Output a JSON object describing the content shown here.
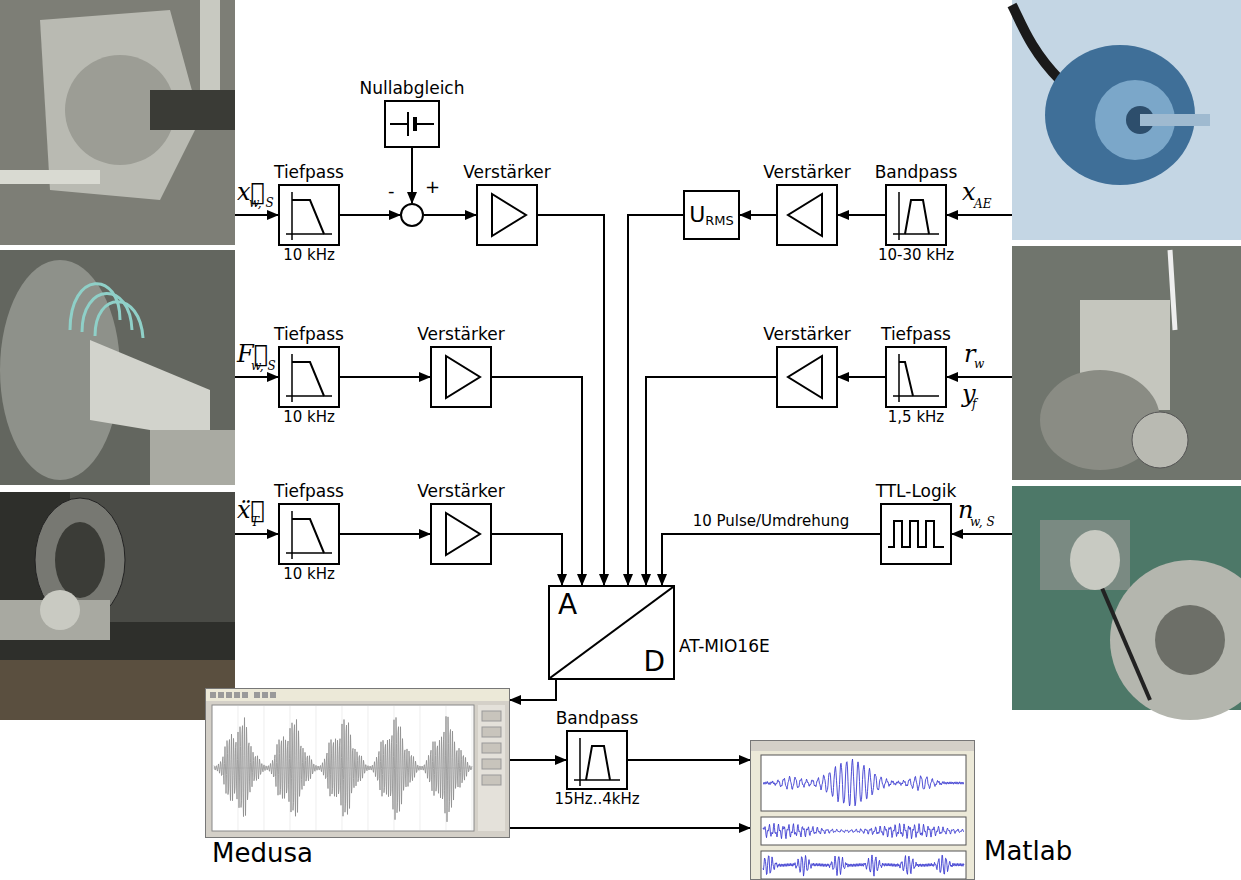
{
  "diagram": {
    "nodes": [
      {
        "text": [
          "Nullabgleich"
        ]
      },
      {
        "text": [
          "Tiefpass",
          "10 kHz"
        ]
      },
      {
        "text": [
          "-",
          "+"
        ]
      },
      {
        "text": [
          "Verstärker"
        ]
      },
      {
        "text": [
          "U",
          "RMS"
        ]
      },
      {
        "text": [
          "Verstärker"
        ]
      },
      {
        "text": [
          "Bandpass",
          "10-30 kHz"
        ]
      },
      {
        "text": [
          "Tiefpass",
          "10 kHz"
        ]
      },
      {
        "text": [
          "Verstärker"
        ]
      },
      {
        "text": [
          "Verstärker"
        ]
      },
      {
        "text": [
          "Tiefpass",
          "1,5 kHz"
        ]
      },
      {
        "text": [
          "Tiefpass",
          "10 kHz"
        ]
      },
      {
        "text": [
          "Verstärker"
        ]
      },
      {
        "text": [
          "TTL-Logik"
        ]
      },
      {
        "text": [
          "A",
          "D",
          "AT-MIO16E"
        ]
      },
      {
        "text": [
          "Medusa"
        ]
      },
      {
        "text": [
          "Bandpass",
          "15Hz..4kHz"
        ]
      },
      {
        "text": [
          "Matlab"
        ]
      }
    ],
    "edges": [
      {
        "from": 1,
        "to": 2,
        "arrow": "to"
      },
      {
        "from": 0,
        "to": 2,
        "arrow": "to"
      },
      {
        "from": 2,
        "to": 3,
        "arrow": "to"
      },
      {
        "from": 3,
        "to": 14,
        "arrow": "to"
      },
      {
        "from": 6,
        "to": 5,
        "arrow": "to"
      },
      {
        "from": 5,
        "to": 4,
        "arrow": "to"
      },
      {
        "from": 4,
        "to": 14,
        "arrow": "to"
      },
      {
        "from": 7,
        "to": 8,
        "arrow": "to"
      },
      {
        "from": 8,
        "to": 14,
        "arrow": "to"
      },
      {
        "from": 10,
        "to": 9,
        "arrow": "to"
      },
      {
        "from": 9,
        "to": 14,
        "arrow": "to"
      },
      {
        "from": 11,
        "to": 12,
        "arrow": "to"
      },
      {
        "from": 12,
        "to": 14,
        "arrow": "to"
      },
      {
        "from": 13,
        "to": 14,
        "label": "10 Pulse/Umdrehung",
        "arrow": "to"
      },
      {
        "from": 14,
        "to": 15,
        "arrow": "to"
      },
      {
        "from": 15,
        "to": 16,
        "arrow": "to"
      },
      {
        "from": 16,
        "to": 17,
        "arrow": "to"
      },
      {
        "from": 15,
        "to": 17,
        "arrow": "to"
      }
    ],
    "labels": [
      "x⃗",
      "w, S",
      "F⃗",
      "w, S",
      "ẍ⃗",
      "T",
      "x",
      "AE",
      "r",
      "w",
      "y",
      "f",
      "n",
      "w, S"
    ]
  }
}
